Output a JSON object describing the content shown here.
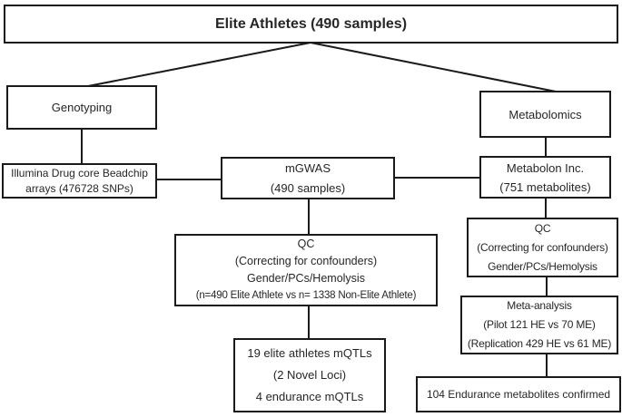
{
  "figure": {
    "title_box": {
      "label": "Elite Athletes (490 samples)"
    },
    "genotyping": {
      "label": "Genotyping"
    },
    "metabolomics": {
      "label": "Metabolomics"
    },
    "illumina": {
      "lines": [
        "Illumina Drug core Beadchip",
        "arrays (476728 SNPs)"
      ]
    },
    "mgwas": {
      "lines": [
        "mGWAS",
        "(490 samples)"
      ]
    },
    "metabolon": {
      "lines": [
        "Metabolon Inc.",
        "(751 metabolites)"
      ]
    },
    "qc_main": {
      "lines": [
        "QC",
        "(Correcting for confounders)",
        "Gender/PCs/Hemolysis",
        "(n=490 Elite Athlete vs n= 1338 Non-Elite Athlete)"
      ]
    },
    "qc_metabolomics": {
      "lines": [
        "QC",
        "(Correcting for confounders)",
        "Gender/PCs/Hemolysis"
      ]
    },
    "meta_analysis": {
      "lines": [
        "Meta-analysis",
        "(Pilot 121 HE vs 70 ME)",
        "(Replication 429 HE vs 61 ME)"
      ]
    },
    "mqtl_results": {
      "lines": [
        "19 elite athletes mQTLs",
        "(2 Novel Loci)",
        "4 endurance mQTLs"
      ]
    },
    "endurance_results": {
      "label": "104 Endurance metabolites confirmed"
    },
    "colors": {
      "line": "#1a1a1a",
      "text": "#262626",
      "background": "#ffffff"
    }
  }
}
